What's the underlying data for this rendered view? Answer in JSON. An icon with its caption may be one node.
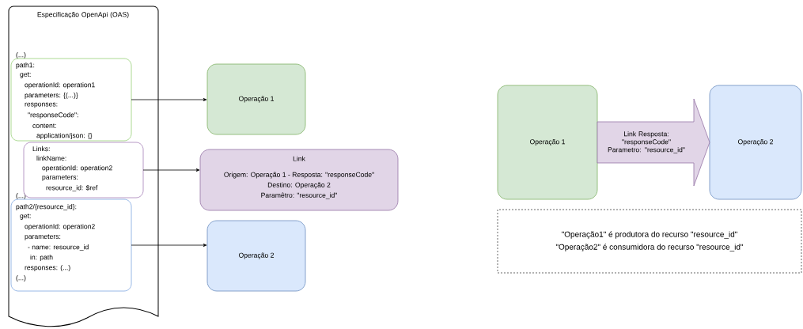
{
  "diagram": {
    "nodes": [
      {
        "text": [
          "Especificação OpenApi (OAS)",
          "(...)",
          "(...)"
        ]
      },
      {
        "text": [
          "path1:",
          "get:",
          "operationId: operation1",
          "parameters: {(...)}",
          "responses:",
          "\"responseCode\":",
          "content:",
          "application/json: {}"
        ],
        "in": 0
      },
      {
        "text": [
          "Links:",
          "linkName:",
          "operationId: operation2",
          "parameters:",
          "resource_id: $ref"
        ],
        "in": 0
      },
      {
        "text": [
          "path2/{resource_id}:",
          "get:",
          "operationId: operation2",
          "parameters:",
          "- name: resource_id",
          "in: path",
          "responses: (...)",
          "(...)"
        ],
        "in": 0
      },
      {
        "text": [
          "Operação 1"
        ]
      },
      {
        "text": [
          "Link",
          "Origem: Operação 1 - Resposta: \"responseCode\"",
          "Destino: Operação 2",
          "Paramêtro: \"resource_id\""
        ]
      },
      {
        "text": [
          "Operação 2"
        ]
      },
      {
        "text": [
          "Operação 1"
        ]
      },
      {
        "text": [
          "Operação 2"
        ]
      },
      {
        "text": [
          "\"Operação1\" é produtora do recurso \"resource_id\"",
          "\"Operação2\" é consumidora do recurso \"resource_id\""
        ]
      }
    ],
    "edges": [
      {
        "from": 1,
        "to": 4,
        "arrow": "to"
      },
      {
        "from": 2,
        "to": 5,
        "arrow": "to"
      },
      {
        "from": 3,
        "to": 6,
        "arrow": "to"
      },
      {
        "from": 7,
        "to": 8,
        "arrow": "to",
        "style": "thick",
        "color": "#e1d5e7",
        "label": "Link Resposta: \"responseCode\" Parametro: \"resource_id\""
      }
    ]
  }
}
